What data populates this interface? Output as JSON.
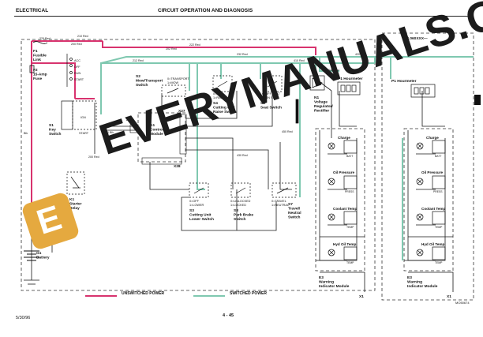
{
  "header": {
    "left": "ELECTRICAL",
    "title": "CIRCUIT OPERATION AND DIAGNOSIS"
  },
  "footer": {
    "date": "5/30/96",
    "page": "4 - 45",
    "ref": "MO50674"
  },
  "legend": {
    "unswitched": "UNSWITCHED POWER",
    "switched": "SWITCHED POWER"
  },
  "colors": {
    "unswitched": "#d8336e",
    "switched": "#7fc8b0",
    "wire": "#1a1a1a"
  },
  "serial_label": "S.N.060XXX—",
  "watermark": {
    "main": "EVERYMANUALS.COM",
    "logo_letter": "E"
  },
  "components": {
    "f1": [
      "F1",
      "Fusible",
      "Link"
    ],
    "f2": [
      "F2",
      "15-Amp",
      "Fuse"
    ],
    "s1": [
      "S1",
      "Key",
      "Switch"
    ],
    "k1": [
      "K1",
      "Starter",
      "Relay"
    ],
    "g1": [
      "G1",
      "Battery"
    ],
    "s2": [
      "S2",
      "Mow/Transport",
      "Switch"
    ],
    "s2_states": [
      "0=TRANSPORT",
      "1=MOW"
    ],
    "a1": [
      "A1",
      "Controller",
      "Module"
    ],
    "s4": [
      "S4",
      "Cutting Unit",
      "Raise Switch"
    ],
    "s4_states": [
      "0=OFF",
      "1=RAISE"
    ],
    "s6": [
      "S6",
      "Seat Switch"
    ],
    "s6_states": [
      "0=OFF SEAT",
      "1=ON SEAT"
    ],
    "n1": [
      "N1",
      "Voltage",
      "Regulator/",
      "Rectifier"
    ],
    "p1": "P1 Hourmeter",
    "p1b": "P1 Hourmeter",
    "s3": [
      "S3",
      "Cutting Unit",
      "Lower Switch"
    ],
    "s3_states": [
      "0=OFF",
      "1=LOWER"
    ],
    "s8": [
      "S8",
      "Park Brake",
      "Switch"
    ],
    "s8_states": [
      "0=UNLOCKED",
      "1=LOCKED"
    ],
    "s7": [
      "S7",
      "Travel/",
      "Neutral",
      "Switch"
    ],
    "s7_states": [
      "0=TRAVEL",
      "1=NEUTRAL"
    ],
    "e3": [
      "E3",
      "Warning",
      "Indicator Module"
    ],
    "e3b": [
      "E3",
      "Warning",
      "Indicator Module"
    ],
    "key_positions": [
      "ACC",
      "OFF",
      "RUN",
      "START"
    ],
    "key_terms": [
      "IGN",
      "START"
    ]
  },
  "indicators": [
    "Charge",
    "Oil Pressure",
    "Coolant Temp",
    "Hyd Oil Temp"
  ],
  "indicator_sub": [
    "BATT",
    "PRESS",
    "TEMP",
    "TEMP"
  ],
  "connectors": [
    "X25",
    "X27",
    "X28",
    "X1",
    "X1"
  ],
  "wire_labels": {
    "w1": "220 Red",
    "w2": "200 Red",
    "w3": "212 Red",
    "w4": "222 Red",
    "w5": "232 Red",
    "w6": "240 Red",
    "w7": "410 Red",
    "w8": "420 Red",
    "w9": "430 Red",
    "w10": "802 Blk",
    "w11": "801 Blk",
    "w12": "450 Red",
    "w13": "Blk",
    "w14": "200 Red",
    "w15": "210 Red",
    "w16": "202 Red"
  }
}
